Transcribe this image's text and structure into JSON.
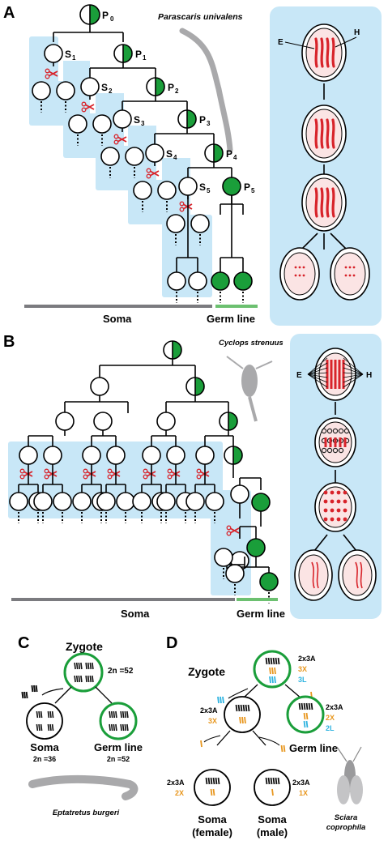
{
  "colors": {
    "green": "#1a9e3a",
    "blue": "#c8e7f7",
    "red": "#d8232a",
    "orange": "#e8971f",
    "cyan": "#2fb3e0",
    "gray": "#7b7b7f",
    "graylight": "#a9a9ab"
  },
  "panelA": {
    "letter": "A",
    "species": "Parascaris univalens",
    "p_labels": [
      "P",
      "P",
      "P",
      "P",
      "P",
      "P"
    ],
    "p_subs": [
      "0",
      "1",
      "2",
      "3",
      "4",
      "5"
    ],
    "s_labels": [
      "S",
      "S",
      "S",
      "S",
      "S"
    ],
    "s_subs": [
      "1",
      "2",
      "3",
      "4",
      "5"
    ],
    "soma": "Soma",
    "germ": "Germ line",
    "inset_E": "E",
    "inset_H": "H"
  },
  "panelB": {
    "letter": "B",
    "species": "Cyclops strenuus",
    "soma": "Soma",
    "germ": "Germ line",
    "inset_E": "E",
    "inset_H": "H"
  },
  "panelC": {
    "letter": "C",
    "zygote": "Zygote",
    "zygote_n": "2n =52",
    "soma": "Soma",
    "soma_n": "2n =36",
    "germ": "Germ line",
    "germ_n": "2n =52",
    "species": "Eptatretus burgeri"
  },
  "panelD": {
    "letter": "D",
    "zygote": "Zygote",
    "z_2x3a": "2x3A",
    "z_3x": "3X",
    "z_3l": "3L",
    "s_2x3a": "2x3A",
    "s_3x": "3X",
    "g_2x3a": "2x3A",
    "g_2x": "2X",
    "g_2l": "2L",
    "germ": "Germ line",
    "f_2x3a": "2x3A",
    "f_2x": "2X",
    "m_2x3a": "2x3A",
    "m_1x": "1X",
    "soma_f1": "Soma",
    "soma_f2": "(female)",
    "soma_m1": "Soma",
    "soma_m2": "(male)",
    "species1": "Sciara",
    "species2": "coprophila"
  }
}
